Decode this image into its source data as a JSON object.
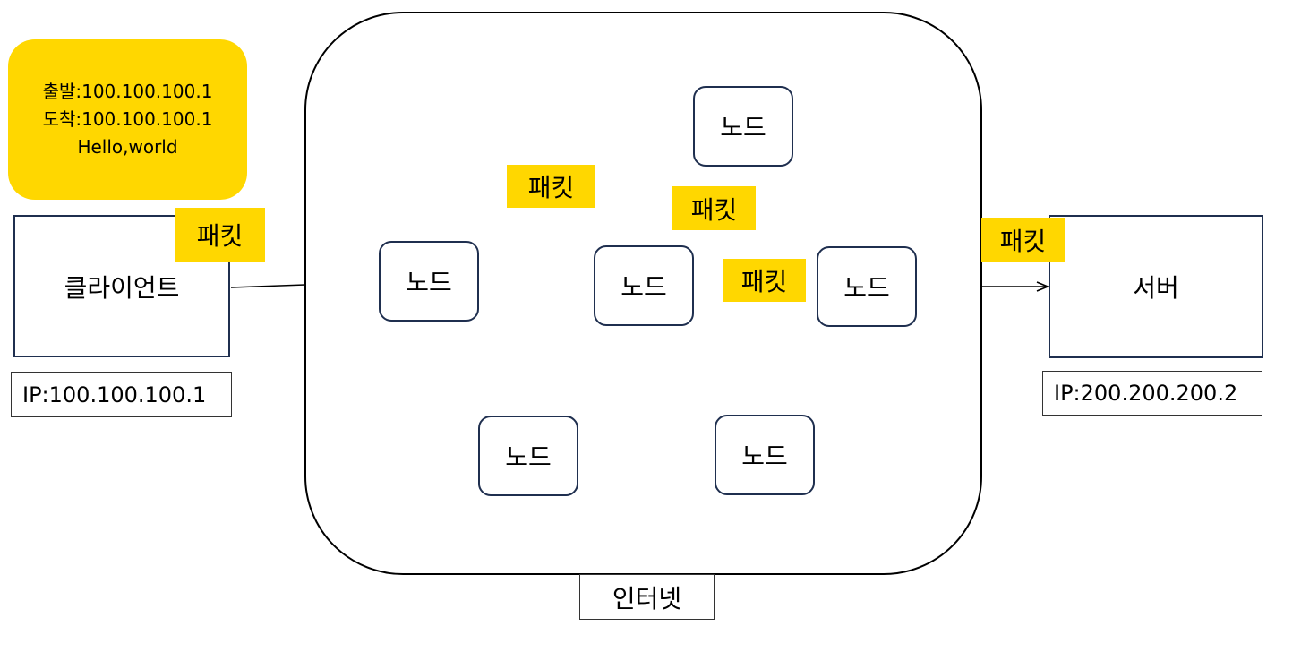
{
  "colors": {
    "packet_fill": "#FFD700",
    "box_border": "#1F2F4F",
    "line": "#000000"
  },
  "packet_info": {
    "source": "출발:100.100.100.1",
    "destination": "도착:100.100.100.1",
    "payload": "Hello,world"
  },
  "client": {
    "label": "클라이언트",
    "ip": "IP:100.100.100.1"
  },
  "server": {
    "label": "서버",
    "ip": "IP:200.200.200.2"
  },
  "internet": {
    "label": "인터넷"
  },
  "nodes": [
    "노드",
    "노드",
    "노드",
    "노드",
    "노드",
    "노드"
  ],
  "packet_label": "패킷"
}
